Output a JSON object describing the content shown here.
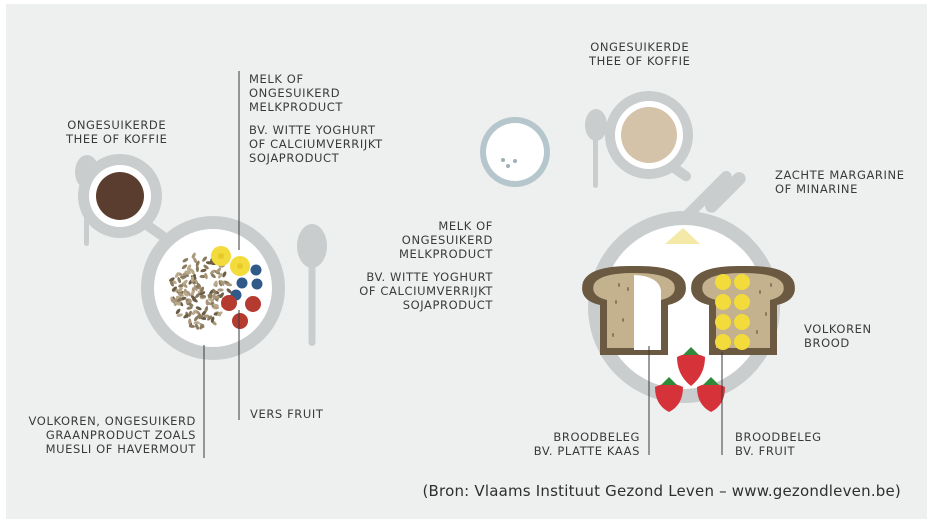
{
  "colors": {
    "background": "#eef0f0",
    "plate": "#c9cdce",
    "plate_inner": "#ffffff",
    "cup_rim": "#c9cdce",
    "coffee": "#5a3d2e",
    "tea_milk": "#d4c3a8",
    "milk_ring": "#b5c6cc",
    "bread_crust": "#6b5a41",
    "bread_inside": "#c4b28f",
    "cheese": "#ffffff",
    "banana": "#f2db3a",
    "margarine": "#f5e9a8",
    "strawberry": "#d6323a",
    "blueberry": "#2f5a8a",
    "cherry": "#b53a30",
    "spoon": "#c9cdce"
  },
  "labels": {
    "left_tea": [
      "ONGESUIKERDE",
      "THEE OF KOFFIE"
    ],
    "left_milk_1": [
      "MELK OF",
      "ONGESUIKERD",
      "MELKPRODUCT"
    ],
    "left_milk_2": [
      "BV. WITTE YOGHURT",
      "OF CALCIUMVERRIJKT",
      "SOJAPRODUCT"
    ],
    "left_cereal": [
      "VOLKOREN, ONGESUIKERD",
      "GRAANPRODUCT ZOALS",
      "MUESLI OF HAVERMOUT"
    ],
    "left_fruit": [
      "VERS FRUIT"
    ],
    "right_tea": [
      "ONGESUIKERDE",
      "THEE OF KOFFIE"
    ],
    "right_milk_1": [
      "MELK OF",
      "ONGESUIKERD",
      "MELKPRODUCT"
    ],
    "right_milk_2": [
      "BV. WITTE YOGHURT",
      "OF CALCIUMVERRIJKT",
      "SOJAPRODUCT"
    ],
    "right_margarine": [
      "ZACHTE MARGARINE",
      "OF MINARINE"
    ],
    "right_bread": [
      "VOLKOREN",
      "BROOD"
    ],
    "right_topping_cheese": [
      "BROODBELEG",
      "BV. PLATTE KAAS"
    ],
    "right_topping_fruit": [
      "BROODBELEG",
      "BV. FRUIT"
    ]
  },
  "source": "(Bron: Vlaams Instituut Gezond Leven – www.gezondleven.be)"
}
